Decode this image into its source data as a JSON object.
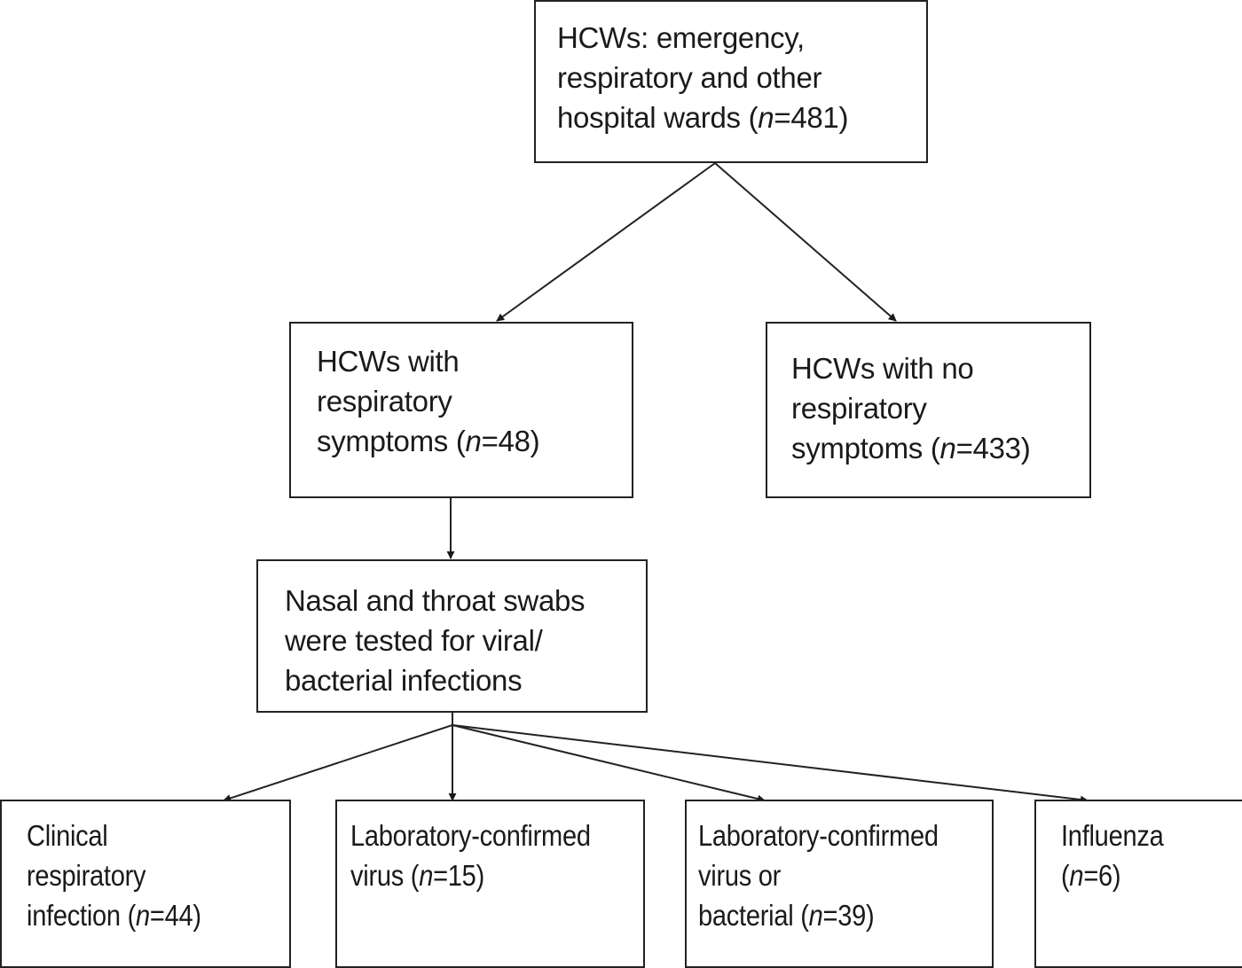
{
  "diagram": {
    "type": "flowchart",
    "nodes": {
      "top": {
        "lines": [
          "HCWs: emergency,",
          "respiratory and other",
          "hospital wards ("
        ],
        "n_label": "n",
        "n_value": "=481)"
      },
      "symptoms": {
        "lines": [
          "HCWs with",
          "respiratory",
          "symptoms ("
        ],
        "n_label": "n",
        "n_value": "=48)"
      },
      "no_symptoms": {
        "lines": [
          "HCWs with no",
          "respiratory",
          "symptoms ("
        ],
        "n_label": "n",
        "n_value": "=433)"
      },
      "swabs": {
        "lines": [
          "Nasal and throat swabs",
          "were tested for viral/",
          "bacterial infections"
        ]
      },
      "clinical": {
        "lines": [
          "Clinical",
          "respiratory",
          "infection ("
        ],
        "n_label": "n",
        "n_value": "=44)"
      },
      "lab_virus": {
        "lines": [
          "Laboratory-confirmed",
          "virus ("
        ],
        "n_label": "n",
        "n_value": "=15)"
      },
      "lab_virus_bacterial": {
        "lines": [
          "Laboratory-confirmed",
          "virus or",
          "bacterial ("
        ],
        "n_label": "n",
        "n_value": "=39)"
      },
      "influenza": {
        "lines": [
          "Influenza",
          "("
        ],
        "n_label": "n",
        "n_value": "=6)"
      }
    },
    "edges": [
      {
        "from": "top",
        "to": "symptoms"
      },
      {
        "from": "top",
        "to": "no_symptoms"
      },
      {
        "from": "symptoms",
        "to": "swabs"
      },
      {
        "from": "swabs",
        "to": "clinical"
      },
      {
        "from": "swabs",
        "to": "lab_virus"
      },
      {
        "from": "swabs",
        "to": "lab_virus_bacterial"
      },
      {
        "from": "swabs",
        "to": "influenza"
      }
    ],
    "colors": {
      "stroke": "#222222",
      "text": "#1a1a1a",
      "background": "#ffffff"
    }
  }
}
